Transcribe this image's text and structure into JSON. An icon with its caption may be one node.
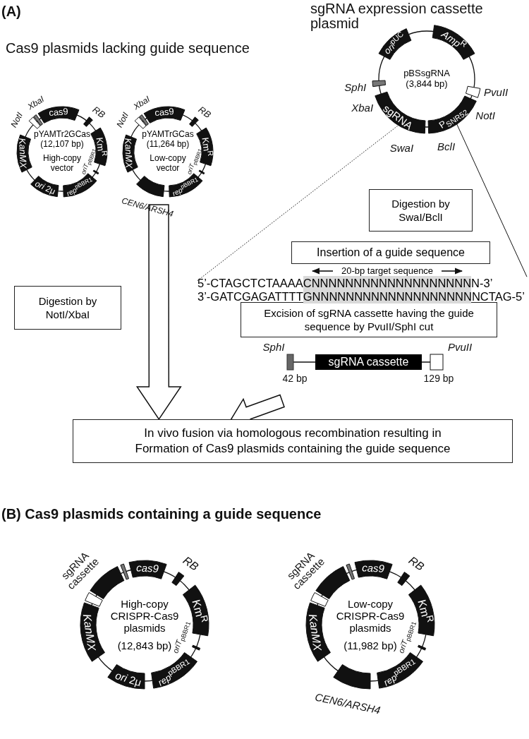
{
  "diagram": {
    "nodes": [
      {
        "text": [
          "pYAMTr2GCas (12,107 bp)",
          "High-copy vector"
        ]
      },
      {
        "text": [
          "pYAMTrGCas (11,264 bp)",
          "Low-copy vector"
        ]
      },
      {
        "text": [
          "pBSsgRNA (3,844 bp)"
        ]
      },
      {
        "text": [
          "Digestion by SwaI/BclI"
        ]
      },
      {
        "text": [
          "Insertion of a guide sequence"
        ]
      },
      {
        "text": [
          "20-bp target sequence",
          "5’-CTAGCTCTAAAACNNNNNNNNNNNNNNNNNNNN-3’",
          "3’-GATCGAGATTTTGNNNNNNNNNNNNNNNNNNNNCTAG-5’"
        ]
      },
      {
        "text": [
          "Excision of sgRNA cassette having the guide sequence by PvuII/SphI cut"
        ]
      },
      {
        "text": [
          "sgRNA cassette"
        ]
      },
      {
        "text": [
          "Digestion by NotI/XbaI"
        ]
      },
      {
        "text": [
          "In vivo fusion via homologous recombination resulting in Formation of Cas9 plasmids containing the guide sequence"
        ]
      },
      {
        "text": [
          "High-copy CRISPR-Cas9 plasmids",
          "(12,843 bp)"
        ]
      },
      {
        "text": [
          "Low-copy CRISPR-Cas9 plasmids",
          "(11,982 bp)"
        ]
      }
    ],
    "edges": [
      {
        "from": null,
        "to": 9,
        "arrow": "to"
      },
      {
        "from": 7,
        "to": 9,
        "arrow": "to"
      },
      {
        "from": 2,
        "to": 5,
        "arrow": "none",
        "style": "dashed"
      },
      {
        "from": 2,
        "to": 5,
        "arrow": "none"
      }
    ],
    "labels": [
      "(A)",
      "Cas9 plasmids lacking guide sequence",
      "NotI",
      "XbaI",
      "cas9",
      "RB",
      "Km$^{R}$",
      "*oriT*$_{pBBR1}$",
      "*rep*$^{pBBR1}$",
      "*ori* 2μ",
      "KanMX",
      "NotI",
      "XbaI",
      "cas9",
      "RB",
      "Km$^{R}$",
      "*oriT*$_{pBBR1}$",
      "*rep*$^{pBBR1}$",
      "CEN6/ARSH4",
      "KanMX",
      "sgRNA expression cassette plasmid",
      "*ori*$^{pUC}$",
      "*Amp*$^{R}$",
      "SphI",
      "XbaI",
      "PvuII",
      "NotI",
      "sgRNA",
      "P$_{SNR52}$",
      "SwaI",
      "BclI",
      "SphI",
      "PvuII",
      "42 bp",
      "129 bp",
      "(B)  Cas9 plasmids containing a guide sequence",
      "sgRNA cassette",
      "cas9",
      "RB",
      "Km$^{R}$",
      "*oriT*$_{pBBR1}$",
      "*rep*$^{pBBR1}$",
      "*ori* 2μ",
      "KanMX",
      "sgRNA cassette",
      "cas9",
      "RB",
      "Km$^{R}$",
      "*oriT*$_{pBBR1}$",
      "*rep*$^{pBBR1}$",
      "CEN6/ARSH4",
      "KanMX"
    ]
  }
}
